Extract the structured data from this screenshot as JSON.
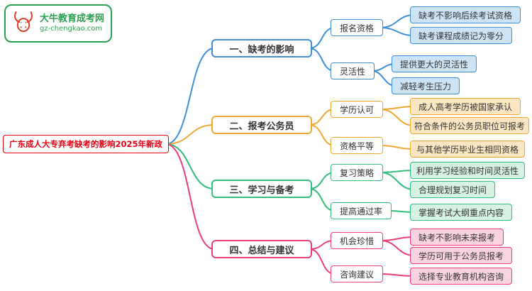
{
  "logo": {
    "site_name": "大牛教育成考网",
    "site_url": "gz-chengkao.com",
    "icon": "bull-logo-icon",
    "brand_color": "#2aa14e",
    "icon_color": "#d8432e"
  },
  "root_label": "广东成人大专弃考缺考的影响2025年新政",
  "root_color": "#e60012",
  "branches": [
    {
      "label": "一、缺考的影响",
      "color": "#3e8fd8",
      "color_light": "#cde4f7",
      "children": [
        {
          "label": "报名资格",
          "leaves": [
            "缺考不影响后续考试资格",
            "缺考课程成绩记为零分"
          ]
        },
        {
          "label": "灵活性",
          "leaves": [
            "提供更大的灵活性",
            "减轻考生压力"
          ]
        }
      ]
    },
    {
      "label": "二、报考公务员",
      "color": "#f0a832",
      "color_light": "#fbe6c2",
      "children": [
        {
          "label": "学历认可",
          "leaves": [
            "成人高考学历被国家承认",
            "符合条件的公务员职位可报考"
          ]
        },
        {
          "label": "资格平等",
          "leaves": [
            "与其他学历毕业生相同资格"
          ]
        }
      ]
    },
    {
      "label": "三、学习与备考",
      "color": "#35bd7c",
      "color_light": "#d5f2e3",
      "children": [
        {
          "label": "复习策略",
          "leaves": [
            "利用学习经验和时间灵活性",
            "合理规划复习时间"
          ]
        },
        {
          "label": "提高通过率",
          "leaves": [
            "掌握考试大纲重点内容"
          ]
        }
      ]
    },
    {
      "label": "四、总结与建议",
      "color": "#e93d7d",
      "color_light": "#fad2e2",
      "children": [
        {
          "label": "机会珍惜",
          "leaves": [
            "缺考不影响未来报考",
            "学历可用于公务员报考"
          ]
        },
        {
          "label": "咨询建议",
          "leaves": [
            "选择专业教育机构咨询"
          ]
        }
      ]
    }
  ]
}
